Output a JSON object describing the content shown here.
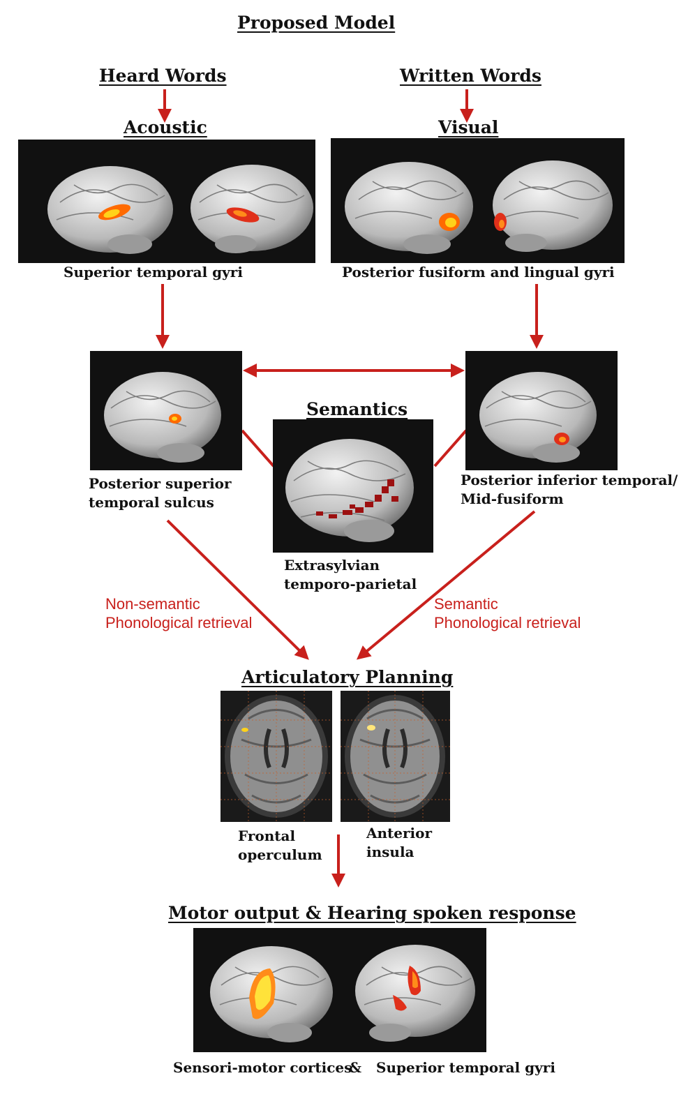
{
  "title": "Proposed Model",
  "inputs": {
    "heard": "Heard Words",
    "written": "Written Words"
  },
  "stages": {
    "acoustic": "Acoustic",
    "visual": "Visual",
    "semantics": "Semantics",
    "articulatory": "Articulatory Planning",
    "motor": "Motor output & Hearing spoken response"
  },
  "captions": {
    "acoustic": "Superior temporal gyri",
    "visual": "Posterior fusiform and lingual gyri",
    "pst_line1": "Posterior superior",
    "pst_line2": "temporal sulcus",
    "pit_line1": "Posterior inferior temporal/",
    "pit_line2": "Mid-fusiform",
    "sem_line1": "Extrasylvian",
    "sem_line2": "temporo-parietal",
    "fo_line1": "Frontal",
    "fo_line2": "operculum",
    "ai_line1": "Anterior",
    "ai_line2": "insula",
    "motor_left": "Sensori-motor cortices",
    "motor_amp": "&",
    "motor_right": "Superior temporal gyri"
  },
  "pathways": {
    "nonsem_line1": "Non-semantic",
    "nonsem_line2": "Phonological retrieval",
    "sem_line1": "Semantic",
    "sem_line2": "Phonological retrieval"
  },
  "colors": {
    "arrow": "#c8201c",
    "panel_bg": "#111111",
    "activation_hot": "#ffd21a",
    "activation_mid": "#ff6a00",
    "activation_low": "#c4161c"
  }
}
